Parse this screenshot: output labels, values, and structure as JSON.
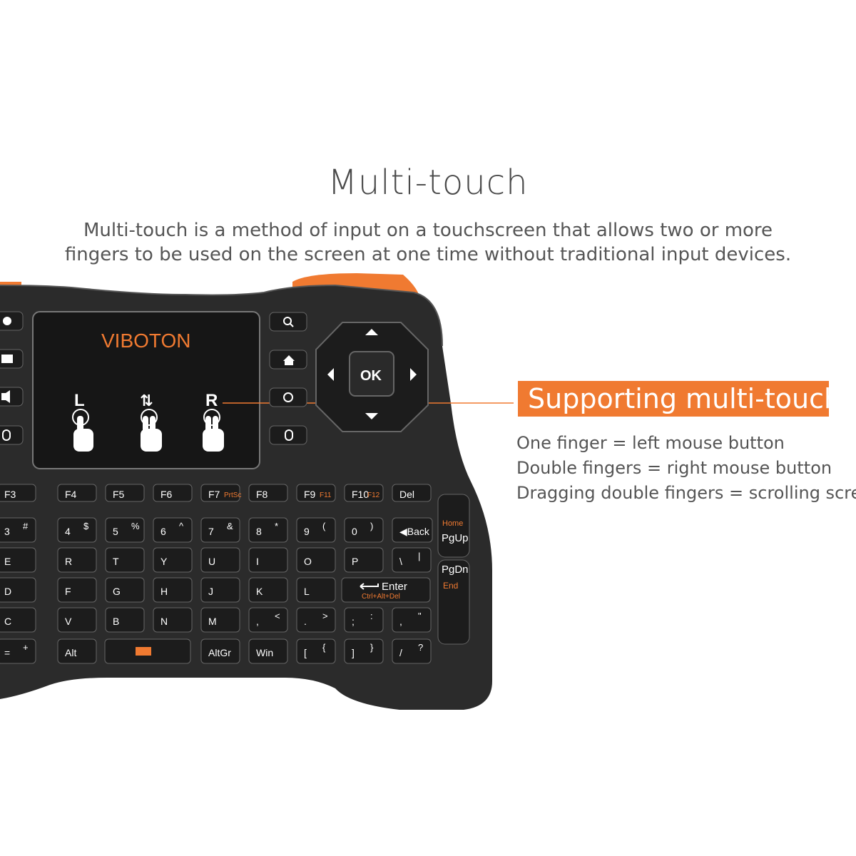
{
  "heading": "Multi-touch",
  "description": [
    "Multi-touch is a method of input on a touchscreen that allows two or more",
    "fingers to be used on the screen at one time without traditional input devices."
  ],
  "brand": "VIBOTON",
  "touchpad_labels": {
    "left": "L",
    "middle": "⇅",
    "right": "R"
  },
  "dpad_ok": "OK",
  "callout": "Supporting multi-touch",
  "features": [
    "One finger = left mouse button",
    "Double fingers = right mouse button",
    "Dragging double fingers = scrolling screen"
  ],
  "keys": {
    "frow": [
      {
        "main": "F3",
        "sub": ""
      },
      {
        "main": "F4",
        "sub": ""
      },
      {
        "main": "F5",
        "sub": ""
      },
      {
        "main": "F6",
        "sub": ""
      },
      {
        "main": "F7",
        "sub": "PrtSc"
      },
      {
        "main": "F8",
        "sub": ""
      },
      {
        "main": "F9",
        "sub": "F11"
      },
      {
        "main": "F10",
        "sub": "F12"
      },
      {
        "main": "Del",
        "sub": ""
      }
    ],
    "row1": [
      {
        "main": "3",
        "sub": "#"
      },
      {
        "main": "4",
        "sub": "$"
      },
      {
        "main": "5",
        "sub": "%"
      },
      {
        "main": "6",
        "sub": "^"
      },
      {
        "main": "7",
        "sub": "&"
      },
      {
        "main": "8",
        "sub": "*"
      },
      {
        "main": "9",
        "sub": "("
      },
      {
        "main": "0",
        "sub": ")"
      },
      {
        "main": "◀Back",
        "sub": ""
      }
    ],
    "row2": [
      {
        "main": "E",
        "sub": ""
      },
      {
        "main": "R",
        "sub": ""
      },
      {
        "main": "T",
        "sub": ""
      },
      {
        "main": "Y",
        "sub": ""
      },
      {
        "main": "U",
        "sub": ""
      },
      {
        "main": "I",
        "sub": ""
      },
      {
        "main": "O",
        "sub": ""
      },
      {
        "main": "P",
        "sub": ""
      },
      {
        "main": "\\",
        "sub": "|"
      }
    ],
    "row3": [
      {
        "main": "D",
        "sub": ""
      },
      {
        "main": "F",
        "sub": ""
      },
      {
        "main": "G",
        "sub": ""
      },
      {
        "main": "H",
        "sub": ""
      },
      {
        "main": "J",
        "sub": ""
      },
      {
        "main": "K",
        "sub": ""
      },
      {
        "main": "L",
        "sub": ""
      }
    ],
    "enter": "Enter",
    "enter_sub": "Ctrl+Alt+Del",
    "row4": [
      {
        "main": "C",
        "sub": ""
      },
      {
        "main": "V",
        "sub": ""
      },
      {
        "main": "B",
        "sub": ""
      },
      {
        "main": "N",
        "sub": ""
      },
      {
        "main": "M",
        "sub": ""
      },
      {
        "main": ",",
        "sub": "<"
      },
      {
        "main": ".",
        "sub": ">"
      },
      {
        "main": ";",
        "sub": ":"
      },
      {
        "main": ",",
        "sub": "\""
      }
    ],
    "row5": [
      {
        "main": "=",
        "sub": "+"
      },
      {
        "main": "Alt",
        "sub": ""
      },
      {
        "main": "AltGr",
        "sub": ""
      },
      {
        "main": "Win",
        "sub": ""
      },
      {
        "main": "[",
        "sub": "{"
      },
      {
        "main": "]",
        "sub": "}"
      },
      {
        "main": "/",
        "sub": "?"
      }
    ],
    "pgup_top": "Home",
    "pgup": "PgUp",
    "pgdn": "PgDn",
    "pgdn_bottom": "End"
  },
  "colors": {
    "accent": "#f07a31",
    "body": "#2b2b2b",
    "key": "#1c1c1c",
    "key_text": "#ffffff",
    "text": "#555555"
  }
}
